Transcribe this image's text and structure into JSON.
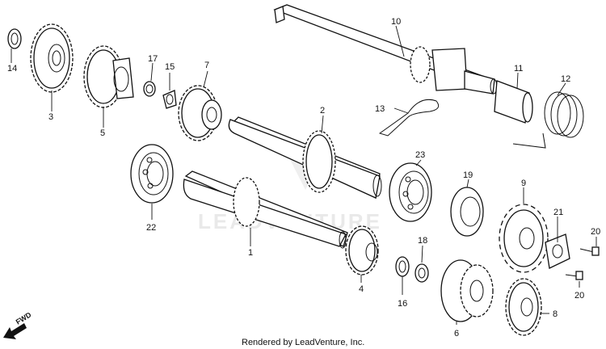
{
  "watermark": "LEADVENTURE",
  "footer": "Rendered by LeadVenture, Inc.",
  "fwd_label": "FWD",
  "callouts": {
    "p1": "1",
    "p2": "2",
    "p3": "3",
    "p4": "4",
    "p5": "5",
    "p6": "6",
    "p7": "7",
    "p8": "8",
    "p9": "9",
    "p10": "10",
    "p11": "11",
    "p12": "12",
    "p13": "13",
    "p14": "14",
    "p15": "15",
    "p16": "16",
    "p17": "17",
    "p18": "18",
    "p19": "19",
    "p20a": "20",
    "p20b": "20",
    "p21": "21",
    "p22": "22",
    "p23": "23"
  }
}
